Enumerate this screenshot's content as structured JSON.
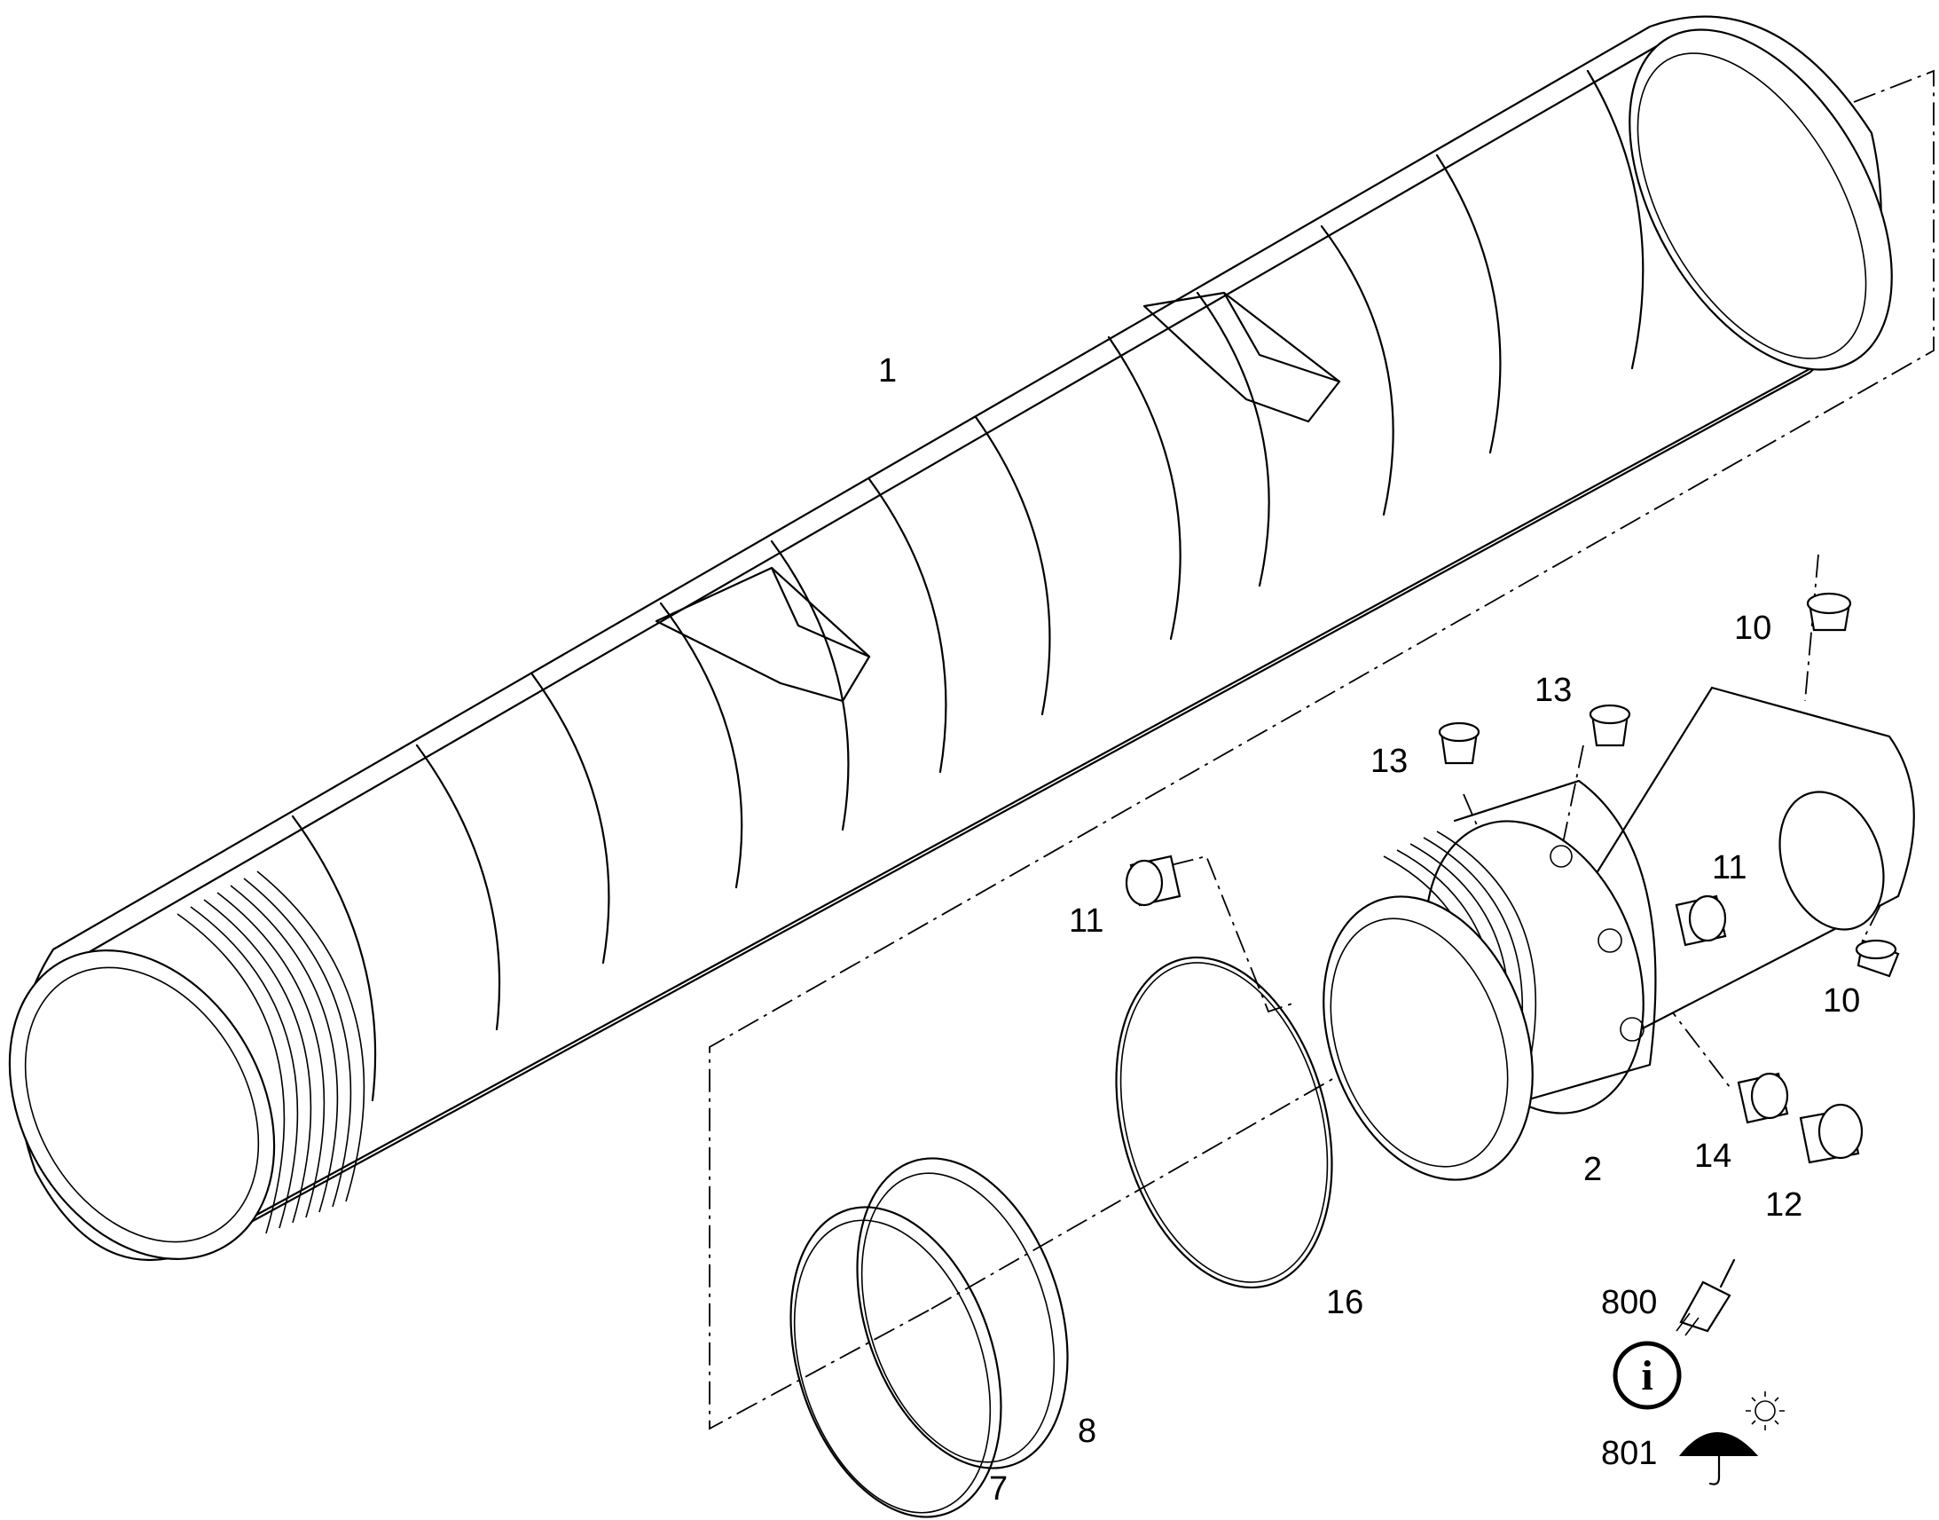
{
  "diagram": {
    "callouts": [
      {
        "id": "c1",
        "text": "1"
      },
      {
        "id": "c2",
        "text": "2"
      },
      {
        "id": "c7",
        "text": "7"
      },
      {
        "id": "c8",
        "text": "8"
      },
      {
        "id": "c10a",
        "text": "10"
      },
      {
        "id": "c10b",
        "text": "10"
      },
      {
        "id": "c11a",
        "text": "11"
      },
      {
        "id": "c11b",
        "text": "11"
      },
      {
        "id": "c12",
        "text": "12"
      },
      {
        "id": "c13a",
        "text": "13"
      },
      {
        "id": "c13b",
        "text": "13"
      },
      {
        "id": "c14",
        "text": "14"
      },
      {
        "id": "c16",
        "text": "16"
      },
      {
        "id": "c800",
        "text": "800"
      },
      {
        "id": "c801",
        "text": "801"
      }
    ],
    "symbols": {
      "info": "i",
      "brush_icon": "brush-icon",
      "umbrella_sun_icon": "umbrella-sun-icon"
    }
  }
}
